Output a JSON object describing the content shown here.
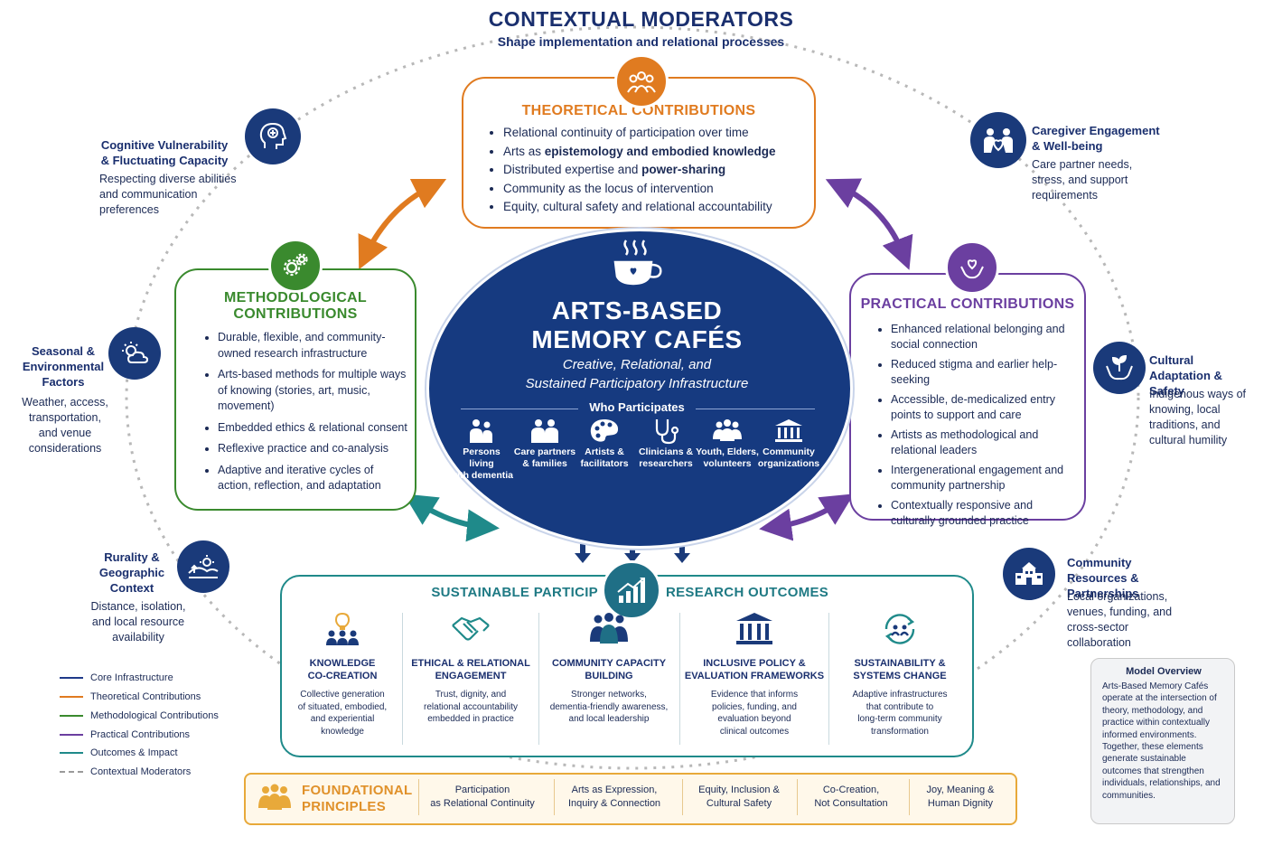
{
  "header": {
    "title": "CONTEXTUAL MODERATORS",
    "subtitle": "Shape implementation and relational processes"
  },
  "theoretical": {
    "title": "THEORETICAL CONTRIBUTIONS",
    "items": [
      {
        "pre": "Relational continuity of participation over time",
        "bold": ""
      },
      {
        "pre": "Arts as ",
        "bold": "epistemology and embodied knowledge"
      },
      {
        "pre": "Distributed expertise and ",
        "bold": "power-sharing"
      },
      {
        "pre": "Community as the locus of intervention",
        "bold": ""
      },
      {
        "pre": "Equity, cultural safety and relational accountability",
        "bold": ""
      }
    ]
  },
  "methodological": {
    "title_line1": "METHODOLOGICAL",
    "title_line2": "CONTRIBUTIONS",
    "items": [
      "Durable, flexible, and community-owned research infrastructure",
      "Arts-based methods for multiple ways of knowing (stories, art, music, movement)",
      "Embedded ethics & relational consent",
      "Reflexive practice and co-analysis",
      "Adaptive and iterative cycles of action, reflection, and adaptation"
    ]
  },
  "practical": {
    "title": "PRACTICAL CONTRIBUTIONS",
    "items": [
      "Enhanced relational belonging and social connection",
      "Reduced stigma and earlier help-seeking",
      "Accessible, de-medicalized entry points to support and care",
      "Artists as methodological and relational leaders",
      "Intergenerational engagement and community partnership",
      "Contextually responsive and culturally grounded practice"
    ]
  },
  "center": {
    "title_line1": "ARTS-BASED",
    "title_line2": "MEMORY CAFÉS",
    "subtitle_line1": "Creative, Relational, and",
    "subtitle_line2": "Sustained Participatory Infrastructure",
    "who_label": "Who Participates",
    "participants": [
      {
        "l1": "Persons living",
        "l2": "with dementia",
        "icon": "persons-icon"
      },
      {
        "l1": "Care partners",
        "l2": "& families",
        "icon": "care-partners-icon"
      },
      {
        "l1": "Artists &",
        "l2": "facilitators",
        "icon": "palette-icon"
      },
      {
        "l1": "Clinicians &",
        "l2": "researchers",
        "icon": "stethoscope-icon"
      },
      {
        "l1": "Youth, Elders,",
        "l2": "volunteers",
        "icon": "group-icon"
      },
      {
        "l1": "Community",
        "l2": "organizations",
        "icon": "building-icon"
      }
    ]
  },
  "moderators": [
    {
      "title": "Cognitive Vulnerability & Fluctuating Capacity",
      "text": "Respecting diverse abilities and communication preferences",
      "icon": "brain-head-icon"
    },
    {
      "title": "Seasonal & Environmental Factors",
      "text": "Weather, access, transportation, and venue considerations",
      "icon": "weather-icon"
    },
    {
      "title": "Rurality & Geographic Context",
      "text": "Distance, isolation, and local resource availability",
      "icon": "landscape-icon"
    },
    {
      "title": "Caregiver Engagement & Well-being",
      "text": "Care partner needs, stress, and support requirements",
      "icon": "caregiver-heart-icon"
    },
    {
      "title": "Cultural Adaptation & Safety",
      "text": "Indigenous ways of knowing, local traditions, and cultural humility",
      "icon": "hands-plant-icon"
    },
    {
      "title": "Community Resources & Partnerships",
      "text": "Local organizations, venues, funding, and cross-sector collaboration",
      "icon": "school-icon"
    }
  ],
  "outcomes": {
    "title_left": "SUSTAINABLE PARTICIP",
    "title_right": "RESEARCH OUTCOMES",
    "cols": [
      {
        "t1": "KNOWLEDGE",
        "t2": "CO-CREATION",
        "d": [
          "Collective generation",
          "of situated, embodied,",
          "and experiential",
          "knowledge"
        ],
        "icon": "lightbulb-people-icon"
      },
      {
        "t1": "ETHICAL & RELATIONAL",
        "t2": "ENGAGEMENT",
        "d": [
          "Trust, dignity, and",
          "relational accountability",
          "embedded in practice"
        ],
        "icon": "handshake-icon"
      },
      {
        "t1": "COMMUNITY CAPACITY",
        "t2": "BUILDING",
        "d": [
          "Stronger networks,",
          "dementia-friendly awareness,",
          "and local leadership"
        ],
        "icon": "community-icon"
      },
      {
        "t1": "INCLUSIVE POLICY &",
        "t2": "EVALUATION FRAMEWORKS",
        "d": [
          "Evidence that informs",
          "policies, funding, and",
          "evaluation beyond",
          "clinical outcomes"
        ],
        "icon": "institution-icon"
      },
      {
        "t1": "SUSTAINABILITY &",
        "t2": "SYSTEMS CHANGE",
        "d": [
          "Adaptive infrastructures",
          "that contribute to",
          "long-term community",
          "transformation"
        ],
        "icon": "cycle-people-icon"
      }
    ]
  },
  "legend": [
    {
      "label": "Core Infrastructure",
      "color": "#1f3a8a"
    },
    {
      "label": "Theoretical Contributions",
      "color": "#e07b20"
    },
    {
      "label": "Methodological Contributions",
      "color": "#3a8a2e"
    },
    {
      "label": "Practical Contributions",
      "color": "#6b3fa0"
    },
    {
      "label": "Outcomes & Impact",
      "color": "#1f8a8a"
    },
    {
      "label": "Contextual Moderators",
      "color": "#9a9a9a"
    }
  ],
  "principles": {
    "title_line1": "FOUNDATIONAL",
    "title_line2": "PRINCIPLES",
    "items": [
      {
        "l1": "Participation",
        "l2": "as Relational Continuity"
      },
      {
        "l1": "Arts as Expression,",
        "l2": "Inquiry & Connection"
      },
      {
        "l1": "Equity, Inclusion &",
        "l2": "Cultural Safety"
      },
      {
        "l1": "Co-Creation,",
        "l2": "Not Consultation"
      },
      {
        "l1": "Joy, Meaning &",
        "l2": "Human Dignity"
      }
    ]
  },
  "overview": {
    "title": "Model Overview",
    "text": "Arts-Based Memory Cafés operate at the intersection of theory, methodology, and practice within contextually informed environments. Together, these elements generate sustainable outcomes that strengthen individuals, relationships, and communities."
  },
  "colors": {
    "navy": "#1a3a7a",
    "orange": "#e07b20",
    "green": "#3a8a2e",
    "purple": "#6b3fa0",
    "teal": "#1f8a8a",
    "gold": "#e8a93a"
  }
}
